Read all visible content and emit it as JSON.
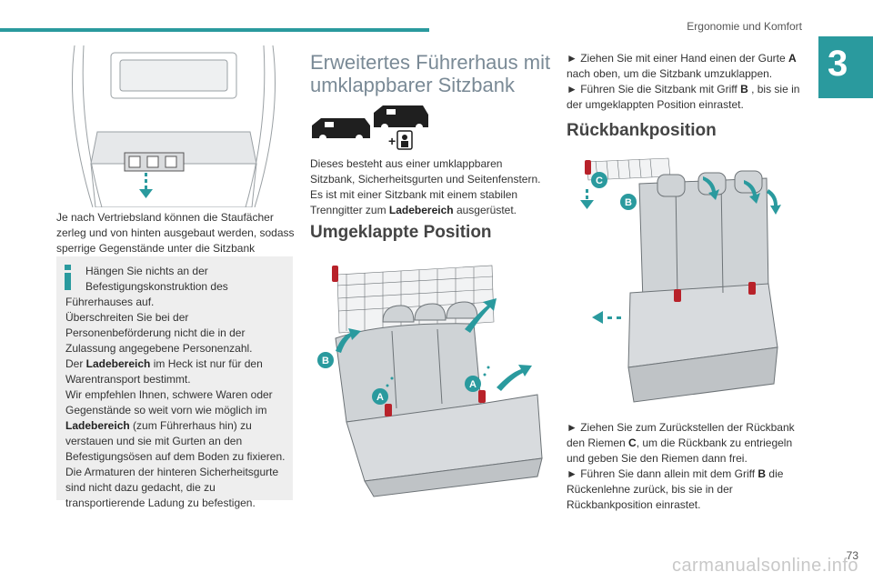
{
  "header": {
    "chapter_title": "Ergonomie und Komfort",
    "chapter_number": "3",
    "page_number": "73",
    "watermark": "carmanualsonline.info"
  },
  "left": {
    "caption": "Je nach Vertriebsland können die Staufächer zerleg und von hinten ausgebaut werden, sodass sperrige Gegenstände unter die Sitzbank passen.",
    "info_box": {
      "l1": "Hängen Sie nichts an der",
      "l2": "Befestigungskonstruktion des",
      "l3": "Führerhauses auf.",
      "p2": "Überschreiten Sie bei der Personenbeförderung nicht die in der Zulassung angegebene Personenzahl.",
      "p3_a": "Der ",
      "p3_b": "Ladebereich",
      "p3_c": " im Heck ist nur für den Warentransport bestimmt.",
      "p4_a": "Wir empfehlen Ihnen, schwere Waren oder Gegenstände so weit vorn wie möglich im ",
      "p4_b": "Ladebereich",
      "p4_c": " (zum Führerhaus hin) zu verstauen und sie mit Gurten an den Befestigungsösen auf dem Boden zu fixieren.",
      "p5": "Die Armaturen der hinteren Sicherheitsgurte sind nicht dazu gedacht, die zu transportierende Ladung zu befestigen."
    }
  },
  "middle": {
    "heading_l1": "Erweitertes Führerhaus mit",
    "heading_l2": "umklappbarer Sitzbank",
    "intro_a": "Dieses besteht aus einer umklappbaren Sitzbank, Sicherheitsgurten und Seitenfenstern. Es ist mit einer Sitzbank mit einem stabilen Trenngitter zum ",
    "intro_b": "Ladebereich",
    "intro_c": " ausgerüstet.",
    "subheading": "Umgeklappte Position",
    "plus": "+",
    "label_a": "A",
    "label_b": "B"
  },
  "right": {
    "s1_a": "► Ziehen Sie mit einer Hand einen der Gurte ",
    "s1_b": "A",
    "s1_c": " nach oben, um die Sitzbank umzuklappen.",
    "s2_a": "► Führen Sie die Sitzbank mit Griff ",
    "s2_b": "B",
    "s2_c": " , bis sie in der umgeklappten Position einrastet.",
    "subheading": "Rückbankposition",
    "label_b": "B",
    "label_c": "C",
    "s3_a": "► Ziehen Sie zum Zurückstellen der Rückbank den Riemen ",
    "s3_b": "C",
    "s3_c": ", um die Rückbank zu entriegeln und geben Sie den Riemen dann frei.",
    "s4_a": "► Führen Sie dann allein mit dem Griff ",
    "s4_b": "B",
    "s4_c": " die Rückenlehne zurück, bis sie in der Rückbankposition einrastet."
  },
  "colors": {
    "accent": "#2a9a9e",
    "strap": "#b8222a",
    "seat": "#cfd3d6"
  }
}
